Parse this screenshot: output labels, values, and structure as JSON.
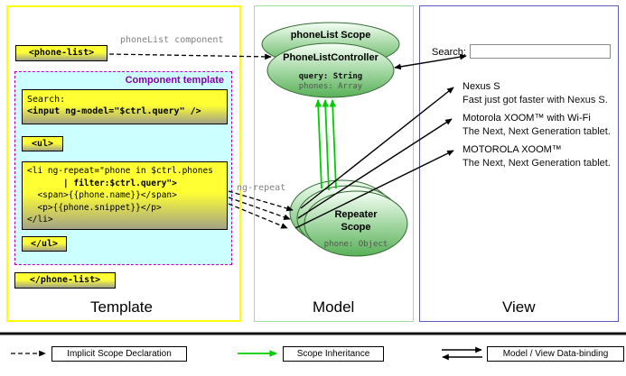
{
  "template": {
    "section_label": "Template",
    "open_tag": "<phone-list>",
    "close_tag": "</phone-list>",
    "component_arrow_label": "phoneList component",
    "component_template_label": "Component template",
    "search_label": "Search:",
    "search_input_code": "<input ng-model=\"$ctrl.query\" />",
    "ul_open": "<ul>",
    "ul_close": "</ul>",
    "li_line1": "<li ng-repeat=\"phone in $ctrl.phones",
    "li_line2": "       | filter:$ctrl.query\">",
    "li_line3": "  <span>{{phone.name}}</span>",
    "li_line4": "  <p>{{phone.snippet}}</p>",
    "li_line5": "</li>",
    "ng_repeat_label": "ng-repeat"
  },
  "model": {
    "section_label": "Model",
    "phonelist_scope_label": "phoneList Scope",
    "controller_label": "PhoneListController",
    "controller_props": {
      "query": "query: String",
      "phones": "phones: Array"
    },
    "repeater_line1": "Repeater",
    "repeater_line2": "Scope",
    "repeater_prop": "phone: Object"
  },
  "view": {
    "section_label": "View",
    "search_label": "Search:",
    "search_value": "",
    "items": [
      {
        "name": "Nexus S",
        "snippet": "Fast just got faster with Nexus S."
      },
      {
        "name": "Motorola XOOM™ with Wi-Fi",
        "snippet": "The Next, Next Generation tablet."
      },
      {
        "name": "MOTOROLA XOOM™",
        "snippet": "The Next, Next Generation tablet."
      }
    ]
  },
  "legend": {
    "implicit_scope": "Implicit Scope Declaration",
    "scope_inheritance": "Scope Inheritance",
    "data_binding": "Model / View Data-binding"
  },
  "colors": {
    "template_border": "#ffff00",
    "model_border": "#9fdf9f",
    "view_border": "#5a5abf",
    "code_box_top": "#ffff33",
    "code_box_bottom": "#a3a386",
    "component_template_bg": "#ccffff",
    "component_template_border": "#c000c0",
    "scope_fill_top": "#f4fff4",
    "scope_fill_bottom": "#58b158",
    "inheritance_arrow": "#00cc00"
  }
}
